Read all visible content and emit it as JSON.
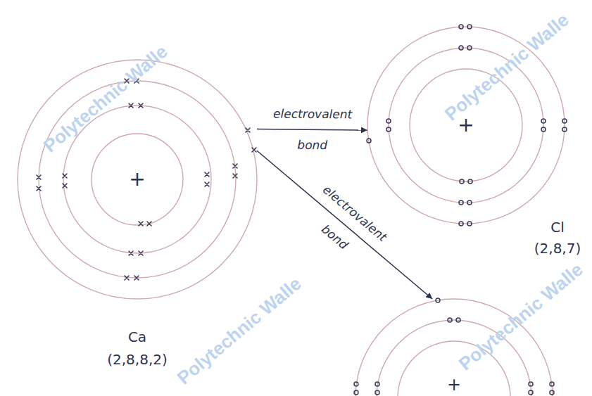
{
  "diagram": {
    "nodes": [
      {
        "text": [
          "+",
          "Ca (2,8,8,2)"
        ]
      },
      {
        "text": [
          "+",
          "Cl (2,8,7)"
        ]
      },
      {
        "text": [
          "+"
        ]
      }
    ],
    "edges": [
      {
        "from": 0,
        "to": 1,
        "label": "electrovalent bond",
        "arrow": "to"
      },
      {
        "from": 0,
        "to": 2,
        "label": "electrovalent bond",
        "arrow": "to"
      }
    ],
    "labels": [
      "Polytechnic Walle",
      "Polytechnic Walle",
      "Polytechnic Walle",
      "Polytechnic Walle"
    ]
  }
}
